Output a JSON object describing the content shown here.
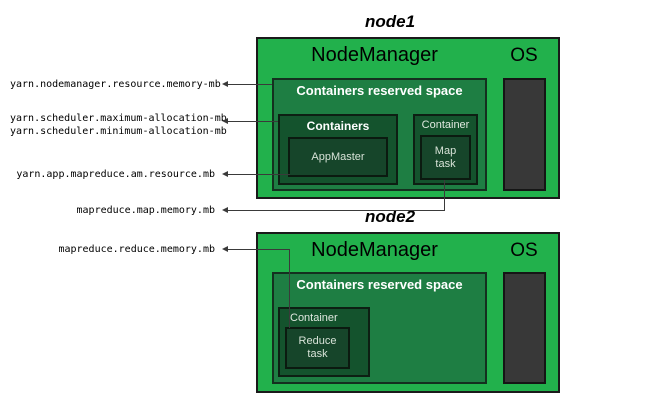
{
  "diagram": {
    "title_hidden": "YARN / MapReduce memory configuration properties",
    "colors": {
      "node_green": "#22b14c",
      "reserved_green": "#1e7e43",
      "container_dark": "#14532d",
      "task_dark": "#16452a",
      "os_gray": "#383838",
      "stroke": "#1a1a1a",
      "line": "#3a3a3a",
      "label_text": "#000000",
      "inner_text": "#ffffff"
    }
  },
  "nodes": [
    {
      "id": "node1",
      "title": "node1",
      "node_manager_label": "NodeManager",
      "os_label": "OS",
      "reserved_label": "Containers reserved space",
      "groups": [
        {
          "id": "containers-group",
          "label": "Containers",
          "tasks": [
            {
              "id": "appmaster",
              "label": "AppMaster"
            }
          ]
        },
        {
          "id": "container-map",
          "label": "Container",
          "tasks": [
            {
              "id": "map-task",
              "label": "Map\ntask",
              "line1": "Map",
              "line2": "task"
            }
          ]
        }
      ]
    },
    {
      "id": "node2",
      "title": "node2",
      "node_manager_label": "NodeManager",
      "os_label": "OS",
      "reserved_label": "Containers reserved space",
      "groups": [
        {
          "id": "container-reduce",
          "label": "Container",
          "tasks": [
            {
              "id": "reduce-task",
              "label": "Reduce\ntask",
              "line1": "Reduce",
              "line2": "task"
            }
          ]
        }
      ]
    }
  ],
  "annotations": [
    {
      "id": "nm-resource-memory",
      "text": "yarn.nodemanager.resource.memory-mb",
      "target": "node1 Containers reserved space"
    },
    {
      "id": "scheduler-maximum-allocation",
      "text": "yarn.scheduler.maximum-allocation-mb",
      "target": "node1 Containers box"
    },
    {
      "id": "scheduler-minimum-allocation",
      "text": "yarn.scheduler.minimum-allocation-mb",
      "target": "node1 Containers box"
    },
    {
      "id": "am-resource-memory",
      "text": "yarn.app.mapreduce.am.resource.mb",
      "target": "node1 AppMaster box"
    },
    {
      "id": "map-memory",
      "text": "mapreduce.map.memory.mb",
      "target": "node1 Map task box"
    },
    {
      "id": "reduce-memory",
      "text": "mapreduce.reduce.memory.mb",
      "target": "node2 Reduce task box"
    }
  ]
}
